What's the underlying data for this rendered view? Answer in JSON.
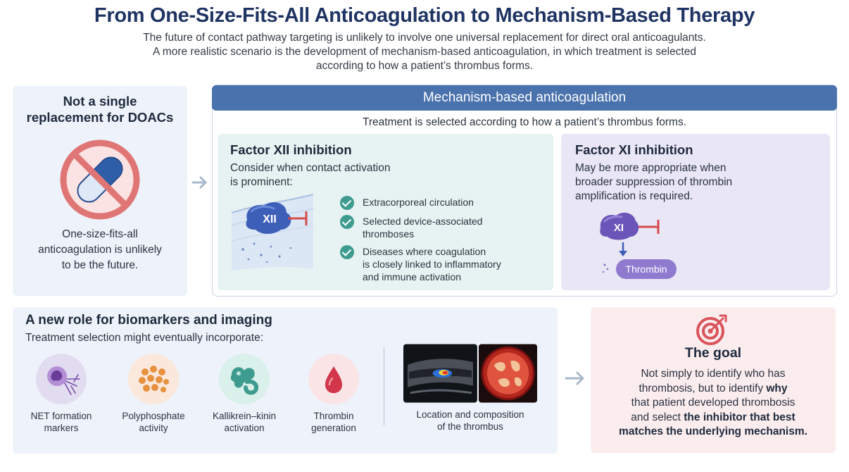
{
  "title": "From One-Size-Fits-All Anticoagulation to Mechanism-Based Therapy",
  "subtitle": {
    "line1": "The future of contact pathway targeting is unlikely to involve one universal replacement for direct oral anticoagulants.",
    "line2": "A more realistic scenario is the development of mechanism-based anticoagulation, in which treatment is selected",
    "line3": "according to how a patient’s thrombus forms."
  },
  "left_panel": {
    "heading_line1": "Not a single",
    "heading_line2": "replacement for DOACs",
    "text_line1": "One-size-fits-all",
    "text_line2": "anticoagulation is unlikely",
    "text_line3": "to be the future.",
    "icon": "no-pill-icon"
  },
  "mechanism": {
    "header": "Mechanism-based anticoagulation",
    "subheader": "Treatment is selected according to how a patient’s thrombus forms.",
    "xii": {
      "title": "Factor XII inhibition",
      "desc_line1": "Consider when contact activation",
      "desc_line2": "is prominent:",
      "molecule_label": "XII",
      "items": [
        {
          "line1": "Extracorporeal circulation",
          "line2": "",
          "line3": ""
        },
        {
          "line1": "Selected device-associated",
          "line2": "thromboses",
          "line3": ""
        },
        {
          "line1": "Diseases where coagulation",
          "line2": "is closely linked to inflammatory",
          "line3": "and immune activation"
        }
      ]
    },
    "xi": {
      "title": "Factor XI inhibition",
      "desc_line1": "May be more appropriate when",
      "desc_line2": "broader suppression of thrombin",
      "desc_line3": "amplification is required.",
      "molecule_label": "XI",
      "product_label": "Thrombin"
    }
  },
  "biomarkers": {
    "title": "A new role for biomarkers and imaging",
    "subtitle": "Treatment selection might eventually incorporate:",
    "items": [
      {
        "line1": "NET formation",
        "line2": "markers",
        "icon": "net-cell-icon"
      },
      {
        "line1": "Polyphosphate",
        "line2": "activity",
        "icon": "polyphosphate-icon"
      },
      {
        "line1": "Kallikrein–kinin",
        "line2": "activation",
        "icon": "kallikrein-icon"
      },
      {
        "line1": "Thrombin",
        "line2": "generation",
        "icon": "blood-drop-icon"
      }
    ],
    "imaging": {
      "line1": "Location and composition",
      "line2": "of the thrombus"
    }
  },
  "goal": {
    "title": "The goal",
    "p1": "Not simply to identify who has",
    "p2a": "thrombosis, but to identify ",
    "p2b": "why",
    "p3": "that patient developed thrombosis",
    "p4a": "and select ",
    "p4b": "the inhibitor that best",
    "p5": "matches the underlying mechanism.",
    "icon": "target-icon"
  },
  "colors": {
    "title": "#1f3463",
    "header_bar": "#4a72ad",
    "xii_card": "#e7f3f2",
    "xi_card": "#e9e6f6",
    "check": "#3e9b8f",
    "goal_card": "#fbecee",
    "no_sign": "#e07575"
  }
}
